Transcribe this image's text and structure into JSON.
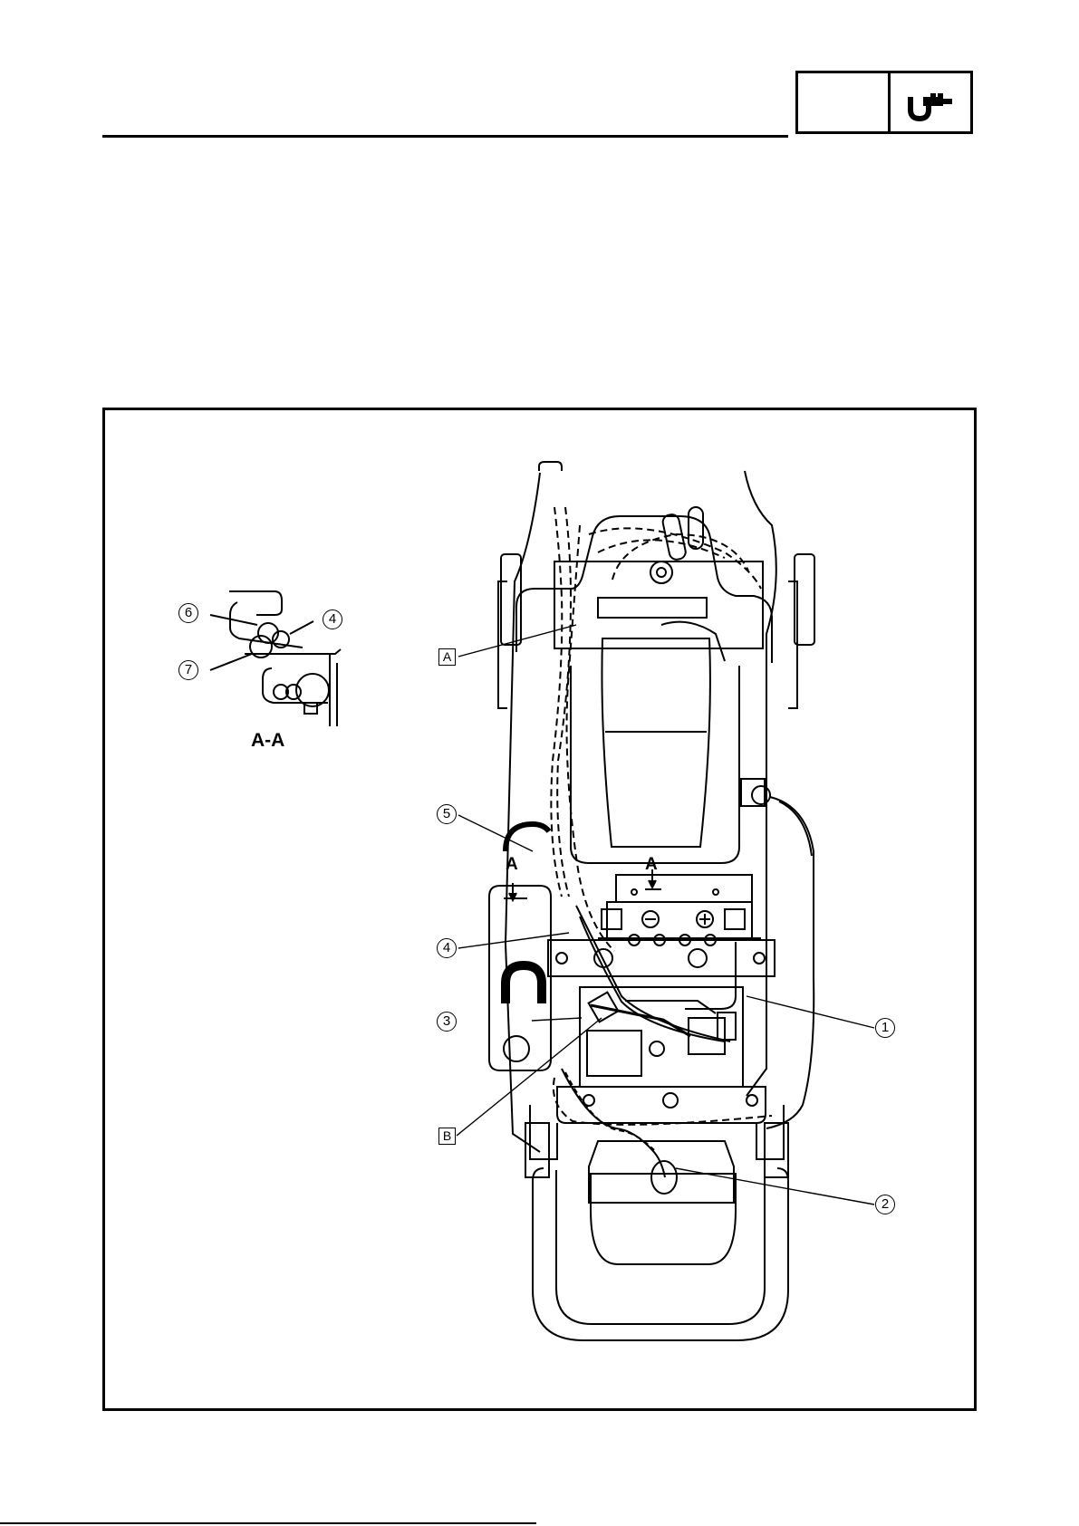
{
  "header": {
    "tab_icon": "wrench-icon"
  },
  "diagram": {
    "callouts": {
      "c1": "1",
      "c2": "2",
      "c3": "3",
      "c4_inset": "4",
      "c4_main": "4",
      "c5": "5",
      "c6": "6",
      "c7": "7"
    },
    "box_labels": {
      "a": "A",
      "b": "B"
    },
    "section_label": "A-A",
    "arrow_labels": {
      "left": "A",
      "right": "A"
    }
  }
}
